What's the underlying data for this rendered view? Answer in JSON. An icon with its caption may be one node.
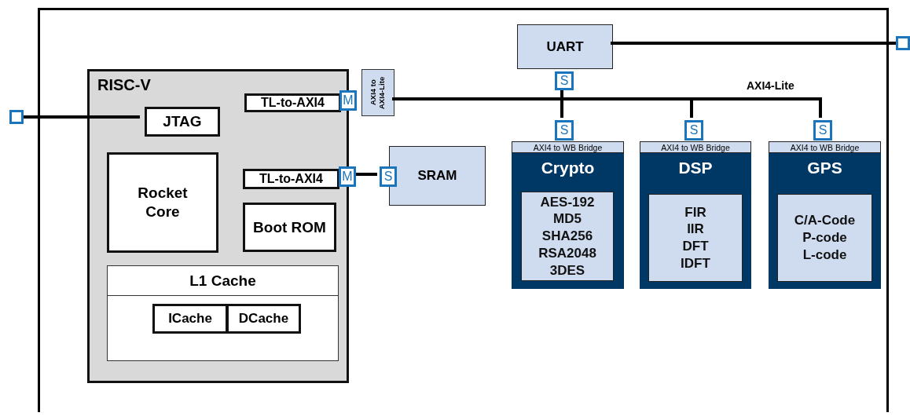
{
  "diagram": {
    "nodes": [
      {
        "text": [],
        "shape": "box"
      },
      {
        "text": [],
        "shape": "box"
      },
      {
        "text": [
          "UART"
        ],
        "in": 0
      },
      {
        "text": [
          "S"
        ],
        "in": 0
      },
      {
        "text": [],
        "shape": "box"
      },
      {
        "text": [
          "RISC-V"
        ],
        "in": 0
      },
      {
        "text": [
          "TL-to-AXI4"
        ],
        "in": 5
      },
      {
        "text": [
          "M"
        ],
        "in": 0
      },
      {
        "text": [
          "AXI4 to AXI4-Lite"
        ],
        "in": 0
      },
      {
        "text": [
          "JTAG"
        ],
        "in": 5
      },
      {
        "text": [
          "Rocket Core"
        ],
        "in": 5
      },
      {
        "text": [
          "TL-to-AXI4"
        ],
        "in": 5
      },
      {
        "text": [
          "M"
        ],
        "in": 0
      },
      {
        "text": [
          "S"
        ],
        "in": 0
      },
      {
        "text": [
          "SRAM"
        ],
        "in": 0
      },
      {
        "text": [
          "Boot ROM"
        ],
        "in": 5
      },
      {
        "text": [
          "L1 Cache"
        ],
        "in": 5
      },
      {
        "text": [
          "ICache"
        ],
        "in": 16
      },
      {
        "text": [
          "DCache"
        ],
        "in": 16
      },
      {
        "text": [
          "S"
        ],
        "in": 0
      },
      {
        "text": [
          "S"
        ],
        "in": 0
      },
      {
        "text": [
          "S"
        ],
        "in": 0
      },
      {
        "text": [
          "AXI4 to WB Bridge"
        ],
        "in": 0
      },
      {
        "text": [
          "Crypto"
        ],
        "in": 0
      },
      {
        "text": [
          "AES-192 MD5 SHA256 RSA2048 3DES"
        ],
        "in": 23
      },
      {
        "text": [
          "AXI4 to WB Bridge"
        ],
        "in": 0
      },
      {
        "text": [
          "DSP"
        ],
        "in": 0
      },
      {
        "text": [
          "FIR IIR DFT IDFT"
        ],
        "in": 26
      },
      {
        "text": [
          "AXI4 to WB Bridge"
        ],
        "in": 0
      },
      {
        "text": [
          "GPS"
        ],
        "in": 0
      },
      {
        "text": [
          "C/A-Code P-code L-code"
        ],
        "in": 29
      }
    ],
    "edges": [
      {
        "from": 9,
        "to": 1,
        "arrow": "none"
      },
      {
        "from": 2,
        "to": 4,
        "arrow": "none"
      },
      {
        "from": 8,
        "to": 3,
        "arrow": "none"
      },
      {
        "from": 8,
        "to": 19,
        "arrow": "none"
      },
      {
        "from": 8,
        "to": 20,
        "arrow": "none"
      },
      {
        "from": 8,
        "to": 21,
        "arrow": "none"
      },
      {
        "from": 12,
        "to": 13,
        "arrow": "none"
      }
    ],
    "labels": [
      "AXI4-Lite"
    ]
  }
}
